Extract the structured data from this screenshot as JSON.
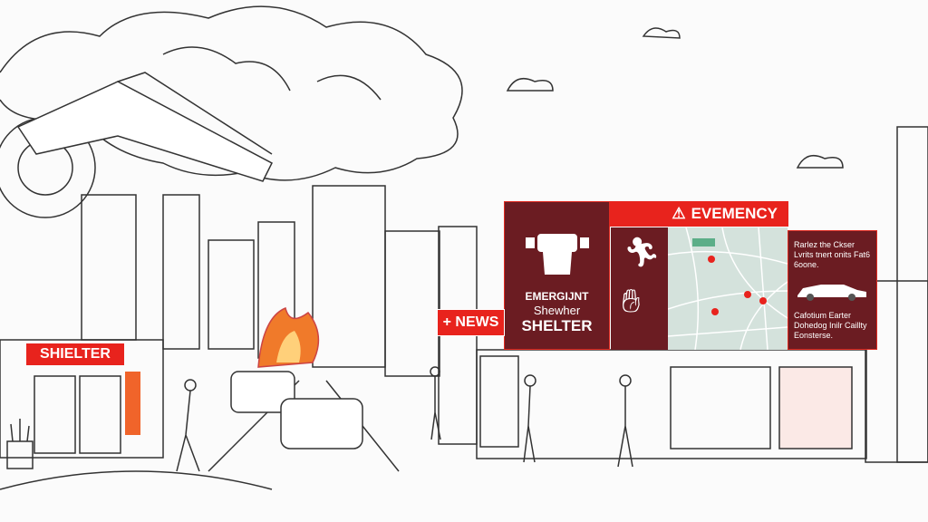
{
  "signs": {
    "left_panel": {
      "line1": "EMERGIJNT",
      "line2": "Shewher",
      "line3": "SHELTER"
    },
    "header": {
      "icon": "warning-triangle-icon",
      "label": "EVEMENCY"
    },
    "right_panel": {
      "top_text": "Rarlez the Ckser Lvrits tnert onits Fat6 6oone.",
      "bottom_text": "Cafotium Earter Dohedog Inilr Caillty Eonsterse."
    },
    "news_badge": "+ NEWS",
    "shelter_sign": "SHIELTER"
  },
  "colors": {
    "accent_red": "#e8231d",
    "panel_maroon": "#6b1c22",
    "map_bg": "#d4e2dc",
    "fire": "#f07a2a"
  }
}
